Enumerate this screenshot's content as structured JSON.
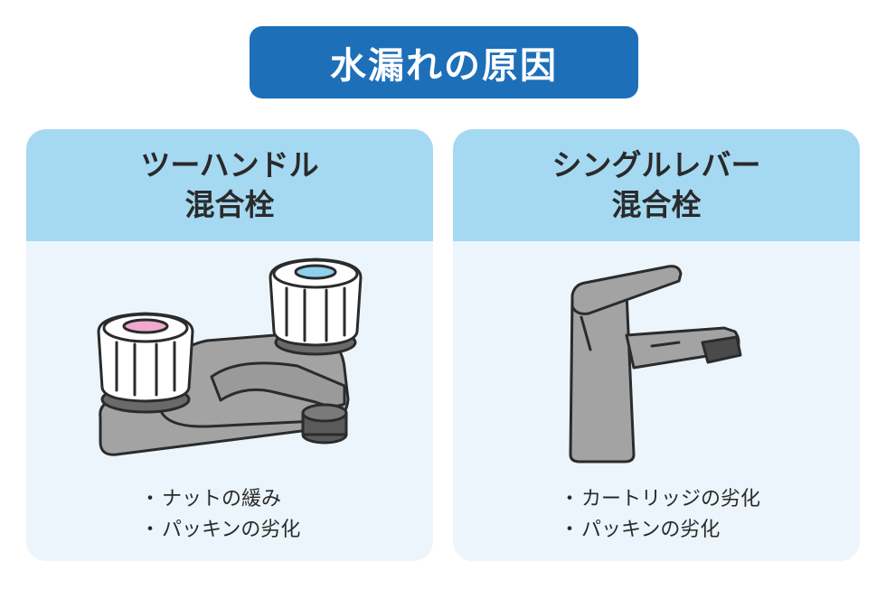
{
  "title": "水漏れの原因",
  "cards": [
    {
      "heading_line1": "ツーハンドル",
      "heading_line2": "混合栓",
      "bullets": [
        "ナットの緩み",
        "パッキンの劣化"
      ]
    },
    {
      "heading_line1": "シングルレバー",
      "heading_line2": "混合栓",
      "bullets": [
        "カートリッジの劣化",
        "パッキンの劣化"
      ]
    }
  ],
  "bullet_marker": "・",
  "colors": {
    "title_bg": "#1d6fb8",
    "card_header": "#a5d9f2",
    "card_body": "#ecf5fb",
    "faucet_gray": "#a3a3a3",
    "hot_cap": "#f0a8cc",
    "cold_cap": "#8fd0ee"
  }
}
